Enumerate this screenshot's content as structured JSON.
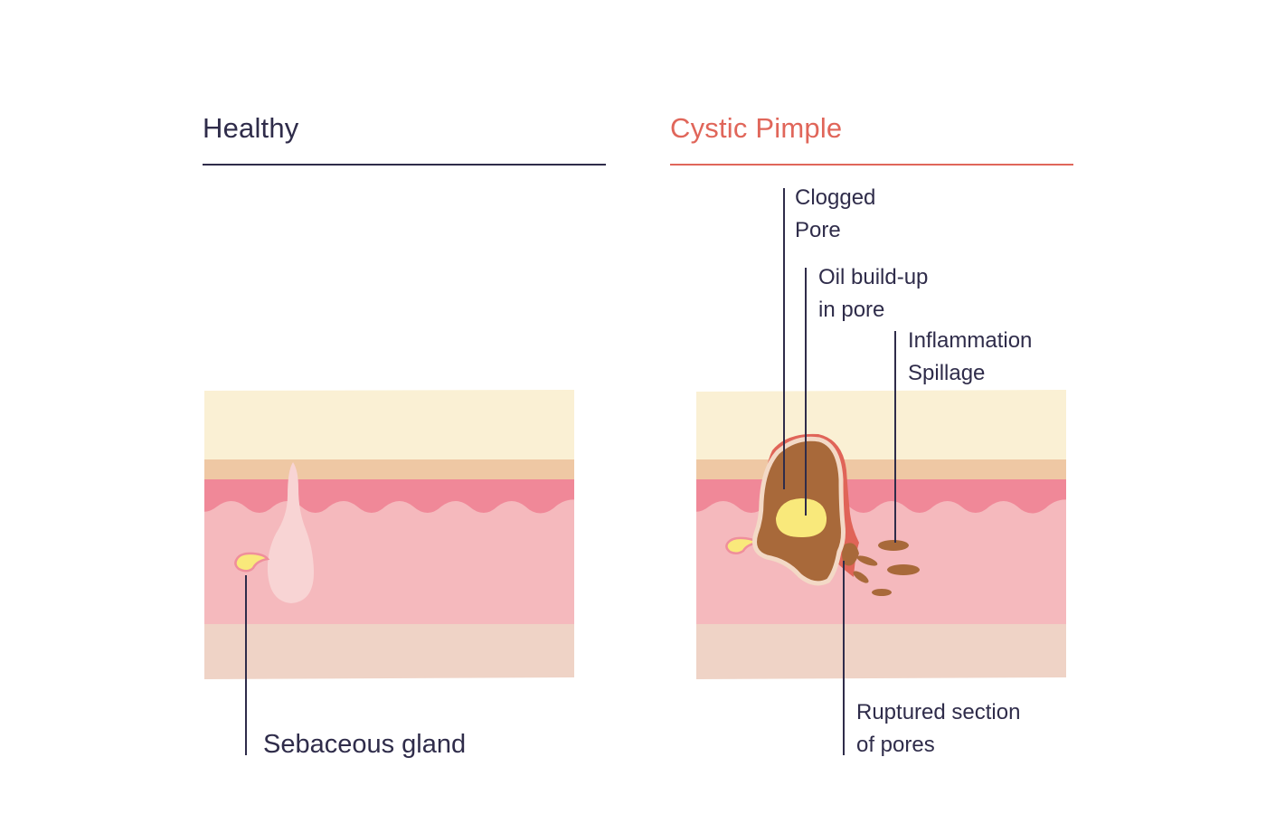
{
  "panels": {
    "healthy": {
      "title": "Healthy",
      "labels": {
        "sebaceous_gland": "Sebaceous gland"
      }
    },
    "cystic": {
      "title": "Cystic Pimple",
      "labels": {
        "clogged_pore": [
          "Clogged",
          "Pore"
        ],
        "oil_buildup": [
          "Oil build-up",
          "in pore"
        ],
        "inflammation": [
          "Inflammation",
          "Spillage"
        ],
        "ruptured": [
          "Ruptured section",
          "of pores"
        ]
      }
    }
  },
  "colors": {
    "ink": "#2f2c4a",
    "accent": "#e0665a",
    "epidermis": "#faf0d4",
    "band": "#efc8a4",
    "wave": "#f08898",
    "dermis": "#f5b9bd",
    "subcutis": "#efd3c6",
    "follicle": "#f8d4d4",
    "oil": "#f9e97b",
    "pus": "#a8693a",
    "inflamed": "#e06458"
  }
}
